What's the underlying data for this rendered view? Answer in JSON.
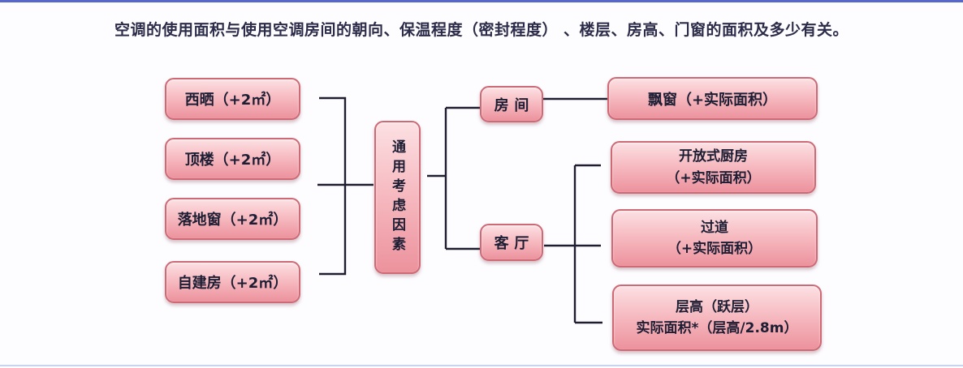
{
  "title": {
    "text": "空调的使用面积与使用空调房间的朝向、保温程度（密封程度） 、楼层、房高、门窗的面积及多少有关。"
  },
  "diagram": {
    "left_factors": [
      {
        "label": "西晒（+2㎡）"
      },
      {
        "label": "顶楼（+2㎡）"
      },
      {
        "label": "落地窗（+2㎡）"
      },
      {
        "label": "自建房（+2㎡）"
      }
    ],
    "center_node": {
      "label": "通用考虑因素"
    },
    "branches": [
      {
        "label": "房间"
      },
      {
        "label": "客厅"
      }
    ],
    "room_children": [
      {
        "label": "飘窗（+实际面积）"
      }
    ],
    "living_children": [
      {
        "line1": "开放式厨房",
        "line2": "（+实际面积）"
      },
      {
        "line1": "过道",
        "line2": "（+实际面积）"
      },
      {
        "line1": "层高（跃层）",
        "line2": "实际面积*（层高/2.8m）"
      }
    ]
  },
  "colors": {
    "box_fill_top": "#fce0e3",
    "box_fill_mid": "#f5b4bb",
    "box_fill_bottom": "#ec929d",
    "box_border": "#cd6a76",
    "box_text": "#1d1d33",
    "connector": "#1e1e30",
    "title_text": "#2c2c4a",
    "top_rule": "#5767cb",
    "bottom_rule": "#c9d3ef",
    "background": "#fdfdff"
  }
}
